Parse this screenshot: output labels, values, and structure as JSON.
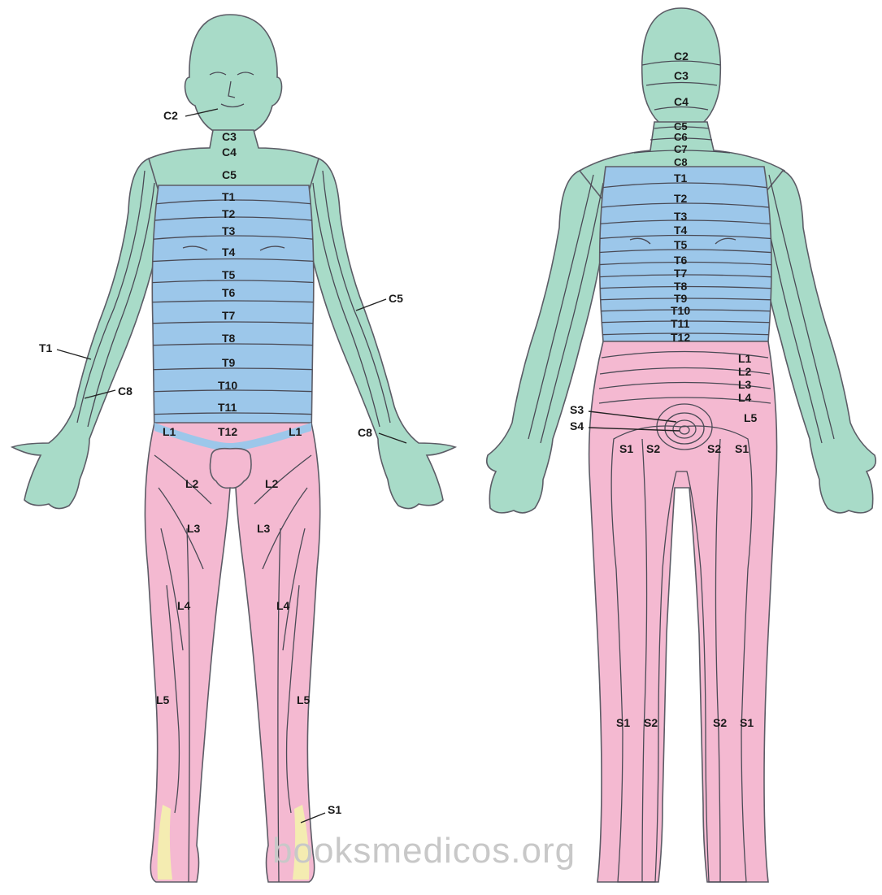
{
  "colors": {
    "cervical": "#a8dbc8",
    "thoracic": "#9cc7ea",
    "lumbar": "#f4b9d1",
    "sacral": "#f4ecb1",
    "outline": "#5c5c66"
  },
  "anterior": {
    "spine_labels": [
      "C3",
      "C4",
      "C5",
      "T1",
      "T2",
      "T3",
      "T4",
      "T5",
      "T6",
      "T7",
      "T8",
      "T9",
      "T10",
      "T11",
      "T12"
    ],
    "face_label": "C2",
    "arm_labels": {
      "left_t1": "T1",
      "left_c8": "C8",
      "right_c5": "C5",
      "right_c8": "C8"
    },
    "leg_labels": {
      "left": [
        "L1",
        "L2",
        "L3",
        "L4",
        "L5"
      ],
      "right": [
        "L1",
        "L2",
        "L3",
        "L4",
        "L5"
      ],
      "foot": "S1"
    }
  },
  "posterior": {
    "spine_labels": [
      "C2",
      "C3",
      "C4",
      "C5",
      "C6",
      "C7",
      "C8",
      "T1",
      "T2",
      "T3",
      "T4",
      "T5",
      "T6",
      "T7",
      "T8",
      "T9",
      "T10",
      "T11",
      "T12"
    ],
    "lumbar_labels": [
      "L1",
      "L2",
      "L3",
      "L4",
      "L5"
    ],
    "sacral_labels": {
      "s3": "S3",
      "s4": "S4"
    },
    "buttock_labels": [
      "S1",
      "S2",
      "S2",
      "S1"
    ],
    "calf_labels": [
      "S1",
      "S2",
      "S2",
      "S1"
    ]
  },
  "watermark": "booksmedicos.org"
}
